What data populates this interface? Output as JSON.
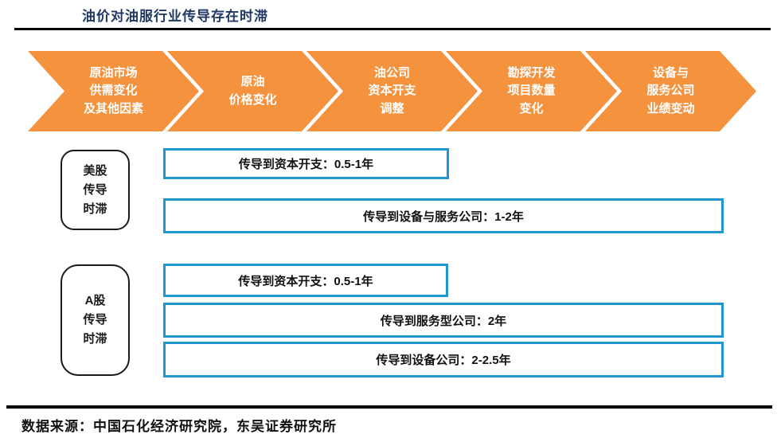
{
  "title": "油价对油服行业传导存在时滞",
  "colors": {
    "accent_orange": "#f5923e",
    "accent_blue": "#2196d0",
    "title_navy": "#1f3864",
    "rule_black": "#000000"
  },
  "flow_steps": [
    {
      "label": "原油市场\n供需变化\n及其他因素"
    },
    {
      "label": "原油\n价格变化"
    },
    {
      "label": "油公司\n资本开支\n调整"
    },
    {
      "label": "勘探开发\n项目数量\n变化"
    },
    {
      "label": "设备与\n服务公司\n业绩变动"
    }
  ],
  "sections": [
    {
      "label": "美股\n传导\n时滞",
      "bars": [
        {
          "text": "传导到资本开支：0.5-1年"
        },
        {
          "text": "传导到设备与服务公司：1-2年"
        }
      ]
    },
    {
      "label": "A股\n传导\n时滞",
      "bars": [
        {
          "text": "传导到资本开支：0.5-1年"
        },
        {
          "text": "传导到服务型公司：2年"
        },
        {
          "text": "传导到设备公司：2-2.5年"
        }
      ]
    }
  ],
  "footer": {
    "source": "数据来源：中国石化经济研究院，东吴证券研究所"
  }
}
